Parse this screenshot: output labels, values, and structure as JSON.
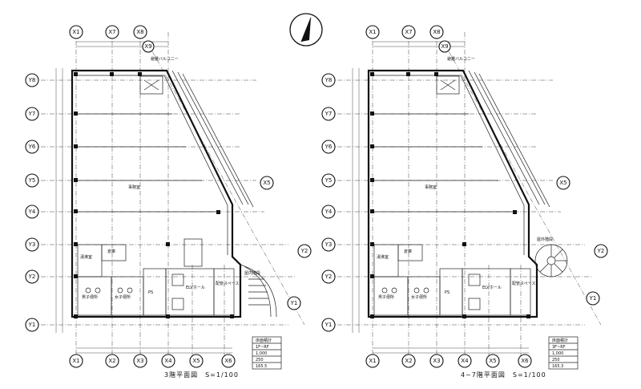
{
  "north_symbol": "north-arrow",
  "plans": [
    {
      "title": "3階平面図　S=1/100",
      "rooms": {
        "main": "事務室",
        "elv": "ELVホール",
        "ps": "PS",
        "toilet_m": "男子便所",
        "toilet_f": "女子便所",
        "kitchen": "湯沸室",
        "storage": "倉庫",
        "pipe": "配管スペース",
        "stair": "屋内階段",
        "balcony": "避難バルコニー"
      },
      "table": {
        "header": "床面積計",
        "rows": [
          "1F~RF",
          "1,000",
          "250",
          "165.5"
        ]
      },
      "top_axes": [
        "X1",
        "X7",
        "X8"
      ],
      "bottom_axes": [
        "X1",
        "X2",
        "X3",
        "X4",
        "X5",
        "X6"
      ],
      "left_axes": [
        "Y8",
        "Y7",
        "Y6",
        "Y5",
        "Y4",
        "Y3",
        "Y2",
        "Y1"
      ],
      "right_axes": [
        "X9",
        "X5",
        "Y2",
        "Y1"
      ]
    },
    {
      "title": "4~7階平面図　S=1/100",
      "rooms": {
        "main": "事務室",
        "elv": "ELVホール",
        "ps": "PS",
        "toilet_m": "男子便所",
        "toilet_f": "女子便所",
        "kitchen": "湯沸室",
        "storage": "倉庫",
        "pipe": "配管スペース",
        "stair": "屋外階段",
        "balcony": "避難バルコニー"
      },
      "table": {
        "header": "床面積計",
        "rows": [
          "3F~RF",
          "1,000",
          "250",
          "165.3"
        ]
      },
      "top_axes": [
        "X1",
        "X7",
        "X8"
      ],
      "bottom_axes": [
        "X1",
        "X2",
        "X3",
        "X4",
        "X5",
        "X6"
      ],
      "left_axes": [
        "Y8",
        "Y7",
        "Y6",
        "Y5",
        "Y4",
        "Y3",
        "Y2",
        "Y1"
      ],
      "right_axes": [
        "X9",
        "X5",
        "Y2",
        "Y1"
      ]
    }
  ]
}
